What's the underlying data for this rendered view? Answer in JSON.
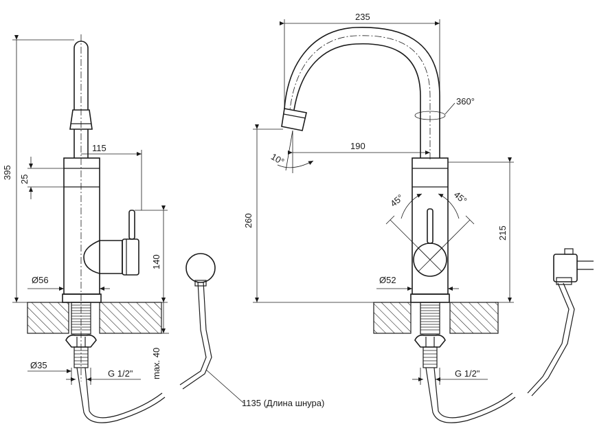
{
  "left_view": {
    "dims": {
      "height_total": "395",
      "head_offset": "115",
      "band_height": "25",
      "handle_height": "140",
      "body_diameter": "Ø56",
      "thread_diameter": "Ø35",
      "thread_size": "G 1/2\"",
      "counter_thickness": "max. 40"
    }
  },
  "right_view": {
    "dims": {
      "spout_reach": "235",
      "spout_offset": "190",
      "outlet_height": "260",
      "body_height": "215",
      "rotation": "360°",
      "tilt": "10°",
      "lever_left": "45°",
      "lever_right": "45°",
      "body_diameter": "Ø52",
      "thread_size": "G 1/2\""
    }
  },
  "cord_note": "1135 (Длина шнура)"
}
